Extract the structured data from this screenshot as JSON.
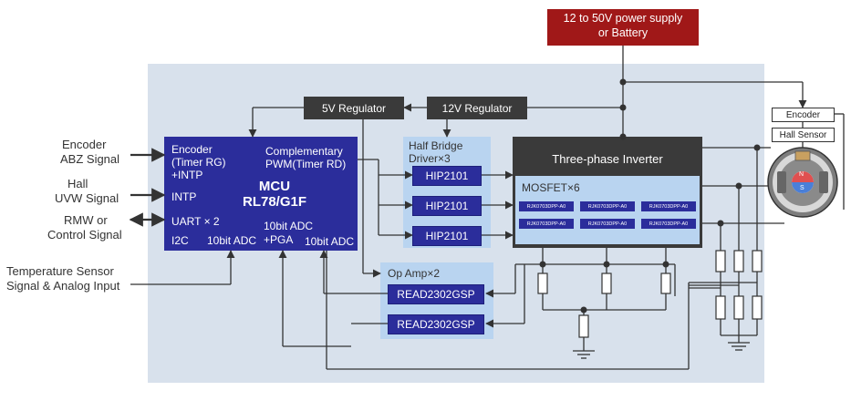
{
  "power": {
    "line1": "12 to 50V power supply",
    "line2": "or Battery"
  },
  "regulators": {
    "r5v": "5V Regulator",
    "r12v": "12V Regulator"
  },
  "external": {
    "encoder_l1": "Encoder",
    "encoder_l2": "ABZ Signal",
    "hall_l1": "Hall",
    "hall_l2": "UVW Signal",
    "rmw_l1": "RMW or",
    "rmw_l2": "Control Signal",
    "temp_l1": "Temperature Sensor",
    "temp_l2": "Signal & Analog Input"
  },
  "mcu": {
    "title1": "MCU",
    "title2": "RL78/G1F",
    "enc1": "Encoder",
    "enc2": "(Timer  RG)",
    "enc3": "+INTP",
    "intp": "INTP",
    "uart": "UART × 2",
    "i2c": "I2C",
    "adc1": "10bit ADC",
    "pwm1": "Complementary",
    "pwm2": "PWM(Timer  RD)",
    "adcpga1": "10bit ADC",
    "adcpga2": "+PGA",
    "adc3": "10bit ADC"
  },
  "halfbridge": {
    "label1": "Half Bridge",
    "label2": "Driver×3",
    "chips": [
      "HIP2101",
      "HIP2101",
      "HIP2101"
    ]
  },
  "inverter": {
    "title": "Three-phase Inverter",
    "mosfet": "MOSFET×6",
    "parts": [
      "RJK0703DPP-A0",
      "RJK0703DPP-A0",
      "RJK0703DPP-A0",
      "RJK0703DPP-A0",
      "RJK0703DPP-A0",
      "RJK0703DPP-A0"
    ]
  },
  "opamp": {
    "label": "Op Amp×2",
    "chips": [
      "READ2302GSP",
      "READ2302GSP"
    ]
  },
  "sensors": {
    "encoder": "Encoder",
    "hall": "Hall Sensor"
  },
  "motor": {
    "n": "N",
    "s": "S"
  },
  "colors": {
    "board": "#d8e1ec",
    "panel": "#b9d4f0",
    "chip": "#2b2d9b",
    "power": "#a01818",
    "reg": "#3a3a3a"
  }
}
